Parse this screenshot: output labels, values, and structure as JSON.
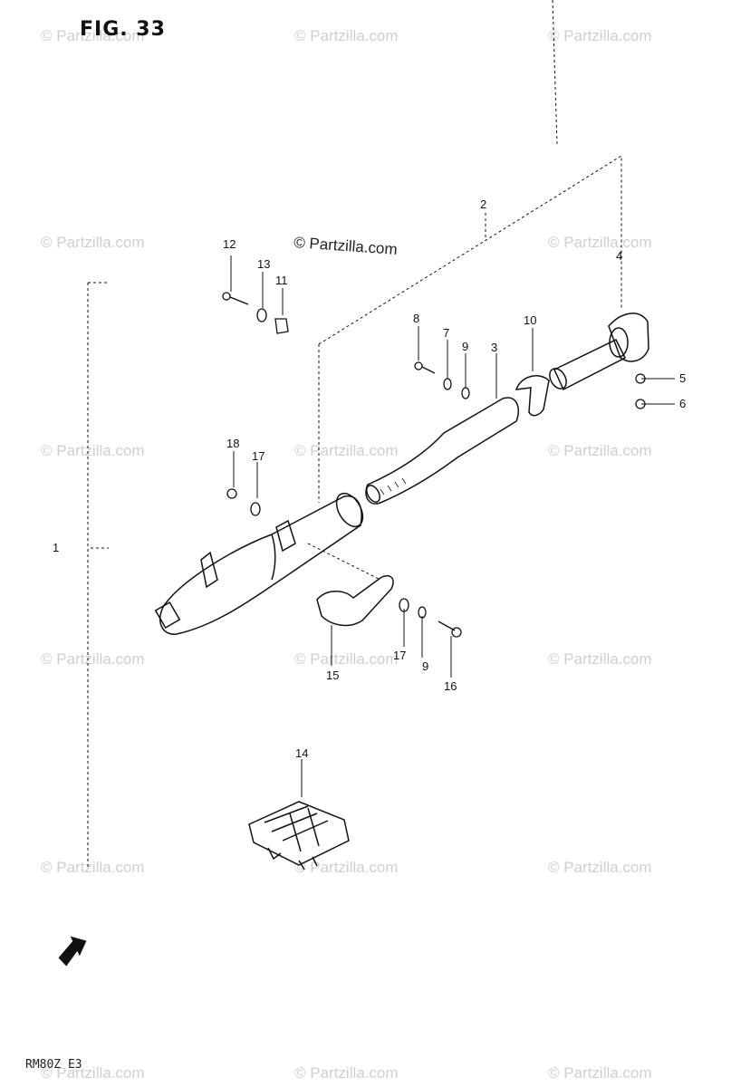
{
  "figure": {
    "title": "FIG. 33",
    "footer_code": "RM80Z E3"
  },
  "watermark": {
    "text": "© Partzilla.com"
  },
  "callouts": [
    {
      "id": "c1",
      "label": "1"
    },
    {
      "id": "c2",
      "label": "2"
    },
    {
      "id": "c3",
      "label": "3"
    },
    {
      "id": "c4",
      "label": "4"
    },
    {
      "id": "c5",
      "label": "5"
    },
    {
      "id": "c6",
      "label": "6"
    },
    {
      "id": "c7",
      "label": "7"
    },
    {
      "id": "c8",
      "label": "8"
    },
    {
      "id": "c9a",
      "label": "9"
    },
    {
      "id": "c9b",
      "label": "9"
    },
    {
      "id": "c10",
      "label": "10"
    },
    {
      "id": "c11",
      "label": "11"
    },
    {
      "id": "c12",
      "label": "12"
    },
    {
      "id": "c13",
      "label": "13"
    },
    {
      "id": "c14",
      "label": "14"
    },
    {
      "id": "c15",
      "label": "15"
    },
    {
      "id": "c16",
      "label": "16"
    },
    {
      "id": "c17a",
      "label": "17"
    },
    {
      "id": "c17b",
      "label": "17"
    },
    {
      "id": "c18",
      "label": "18"
    }
  ],
  "colors": {
    "ink": "#111111",
    "watermark": "#cfcfcf",
    "background": "#ffffff"
  },
  "icons": {
    "front_arrow": "front-direction-arrow-icon"
  }
}
